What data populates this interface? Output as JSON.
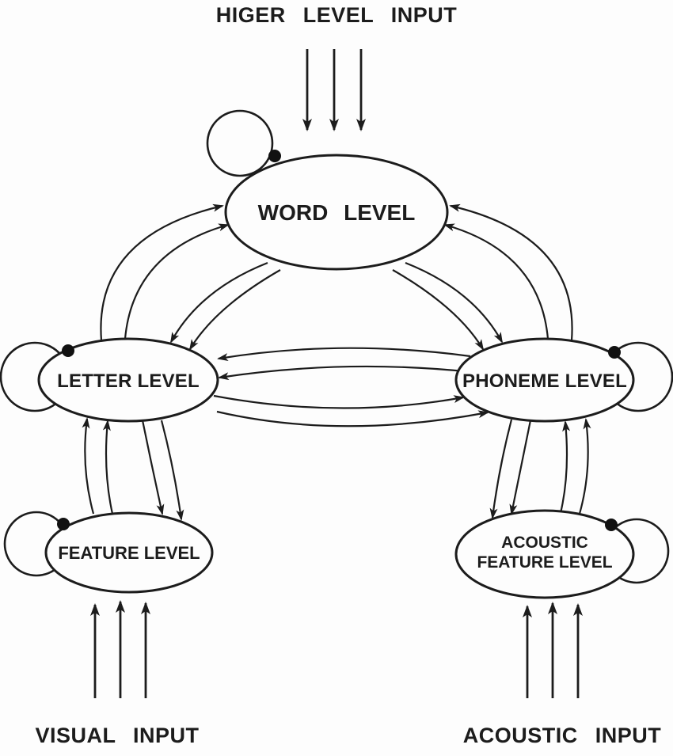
{
  "diagram": {
    "inputs": {
      "top": "HIGER LEVEL INPUT",
      "bottom_left": "VISUAL INPUT",
      "bottom_right": "ACOUSTIC INPUT"
    },
    "nodes": {
      "word": {
        "label": "WORD LEVEL"
      },
      "letter": {
        "label": "LETTER LEVEL"
      },
      "phoneme": {
        "label": "PHONEME LEVEL"
      },
      "feature": {
        "label": "FEATURE LEVEL"
      },
      "acoustic_feature": {
        "line1": "ACOUSTIC",
        "line2": "FEATURE LEVEL"
      }
    },
    "colors": {
      "ink": "#1c1c1c",
      "paper": "#fdfdfd"
    }
  }
}
